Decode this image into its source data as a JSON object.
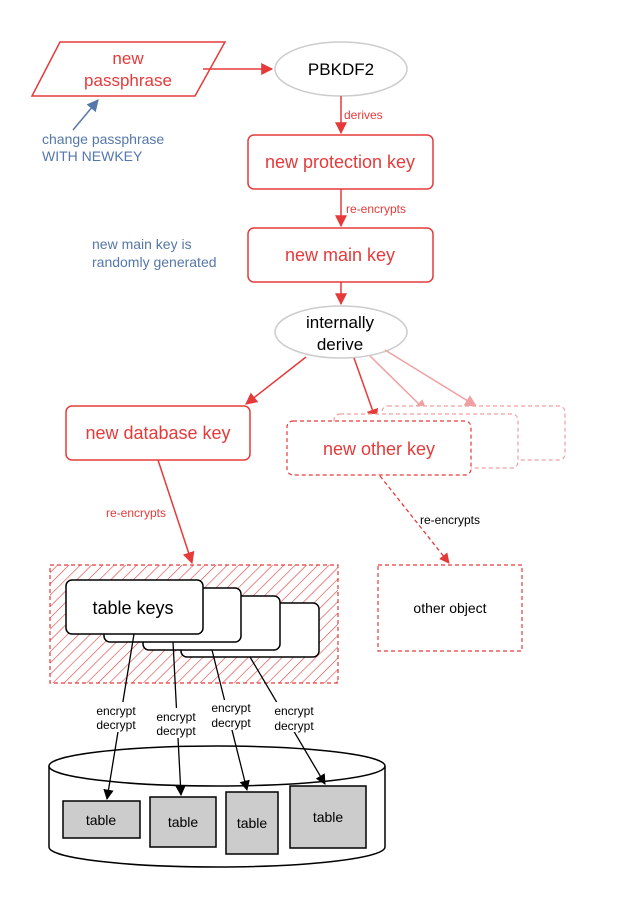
{
  "colors": {
    "red": "#e63a3a",
    "red_light": "#f0a0a0",
    "blue": "#5577aa",
    "gray_fill": "#cccccc",
    "black": "#000000"
  },
  "input": {
    "line1": "new",
    "line2": "passphrase"
  },
  "kdf": {
    "label": "PBKDF2"
  },
  "note_change": {
    "line1": "change passphrase",
    "line2": "WITH NEWKEY"
  },
  "note_main": {
    "line1": "new main key is",
    "line2": "randomly generated"
  },
  "edges": {
    "derives": "derives",
    "reencrypts_1": "re-encrypts",
    "reencrypts_2": "re-encrypts",
    "reencrypts_3": "re-encrypts"
  },
  "protection_key": {
    "label": "new protection key"
  },
  "main_key": {
    "label": "new main key"
  },
  "internal": {
    "line1": "internally",
    "line2": "derive"
  },
  "database_key": {
    "label": "new database key"
  },
  "other_key": {
    "label": "new other key"
  },
  "other_object": {
    "label": "other object"
  },
  "table_keys": {
    "label": "table keys"
  },
  "crypto_labels": [
    {
      "line1": "encrypt",
      "line2": "decrypt"
    },
    {
      "line1": "encrypt",
      "line2": "decrypt"
    },
    {
      "line1": "encrypt",
      "line2": "decrypt"
    },
    {
      "line1": "encrypt",
      "line2": "decrypt"
    }
  ],
  "tables": [
    "table",
    "table",
    "table",
    "table"
  ]
}
